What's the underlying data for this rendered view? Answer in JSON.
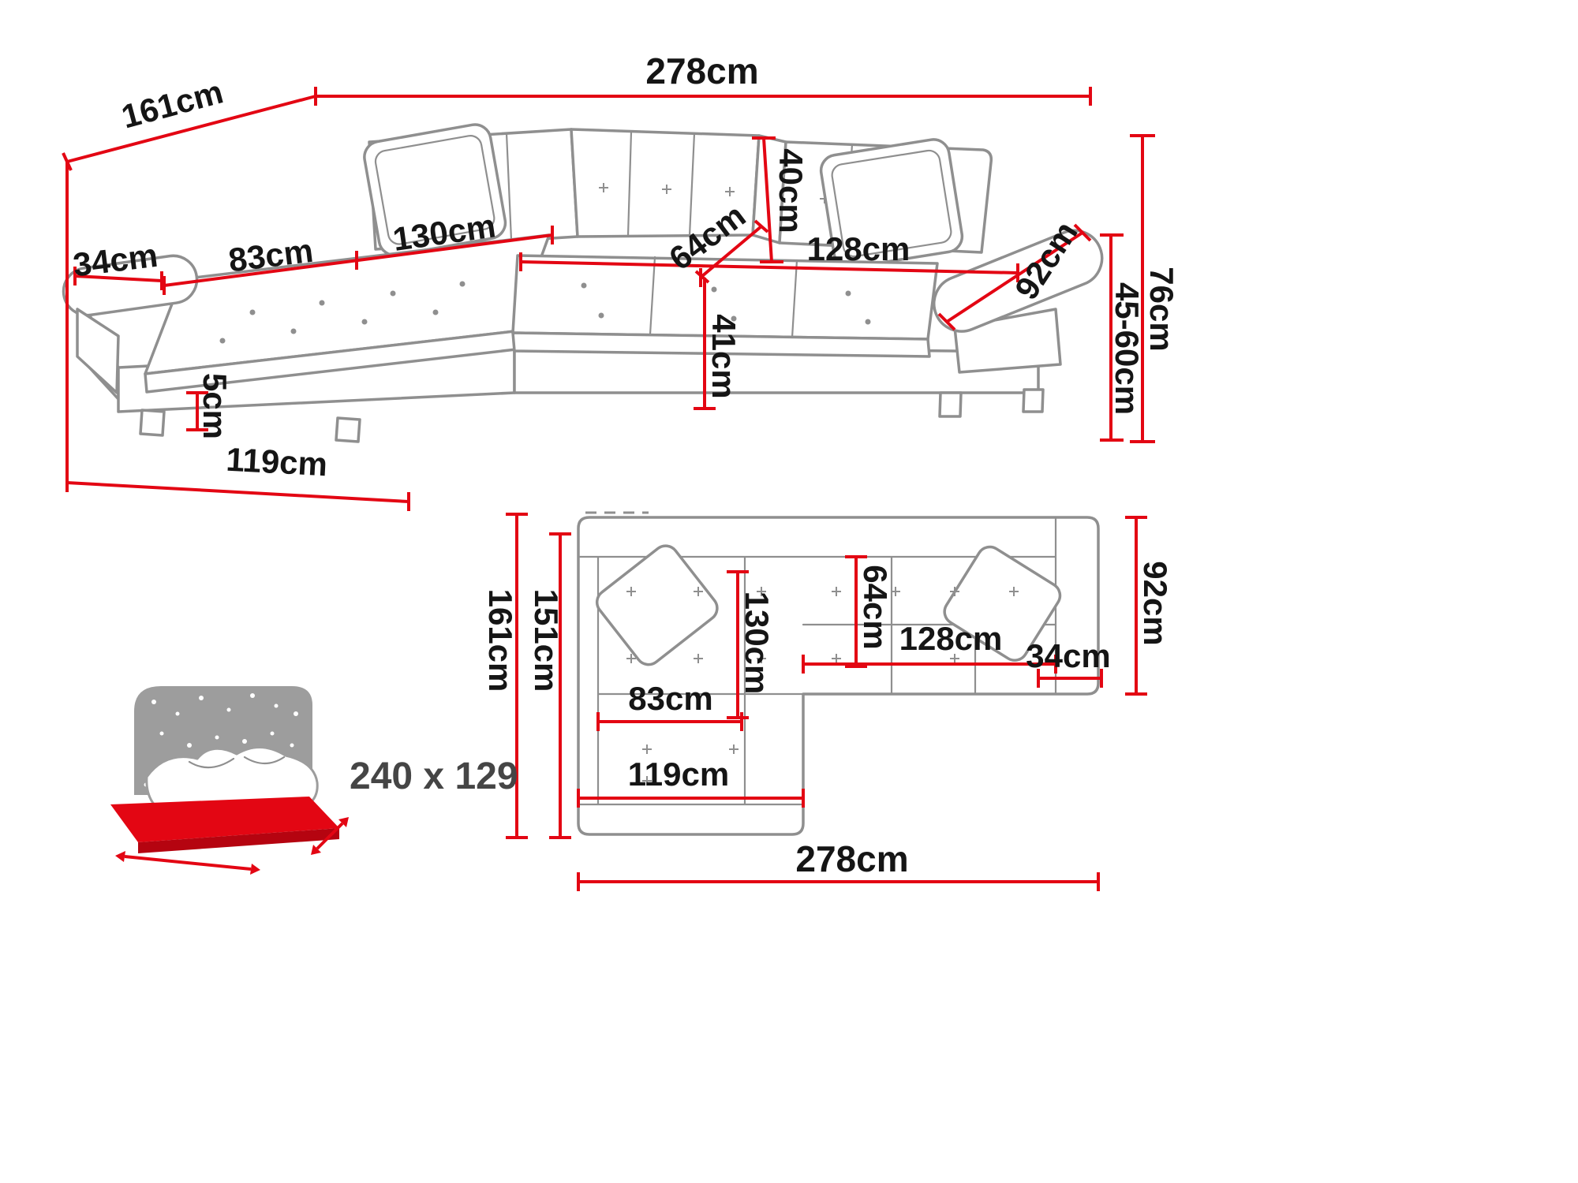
{
  "colors": {
    "dimension_line": "#e30613",
    "sofa_outline": "#8f8f8f",
    "label_text": "#151515",
    "bed_grey": "#9d9d9d"
  },
  "perspective_view": {
    "depth_total": "161cm",
    "width_total": "278cm",
    "backrest_height": "40cm",
    "seat_depth": "64cm",
    "armrest_width": "34cm",
    "chaise_seat_width": "83cm",
    "chaise_seat_length": "130cm",
    "seat_width": "128cm",
    "armrest_depth": "92cm",
    "height_total": "76cm",
    "seat_height": "45-60cm",
    "body_height": "41cm",
    "leg_height": "5cm",
    "chaise_depth": "119cm"
  },
  "top_view": {
    "depth_total": "161cm",
    "depth_inner": "151cm",
    "chaise_seat_length": "130cm",
    "seat_depth": "64cm",
    "seat_width": "128cm",
    "armrest_width": "34cm",
    "armrest_depth": "92cm",
    "chaise_seat_width": "83cm",
    "chaise_width": "119cm",
    "width_total": "278cm"
  },
  "sleeping_area": {
    "size": "240 x 129"
  }
}
